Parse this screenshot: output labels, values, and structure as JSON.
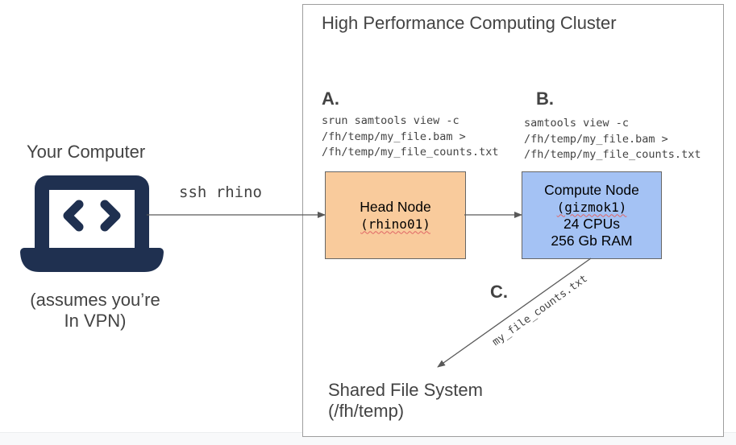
{
  "computer": {
    "title": "Your Computer",
    "note_line1": "(assumes you’re",
    "note_line2": "In VPN)",
    "icon": "laptop-code-icon",
    "icon_color": "#1f3050"
  },
  "connection": {
    "command": "ssh rhino"
  },
  "cluster": {
    "title": "High Performance Computing Cluster"
  },
  "step_a": {
    "label": "A.",
    "command": "srun samtools view -c\n/fh/temp/my_file.bam >\n/fh/temp/my_file_counts.txt"
  },
  "step_b": {
    "label": "B.",
    "command": "samtools view -c\n/fh/temp/my_file.bam >\n/fh/temp/my_file_counts.txt"
  },
  "step_c": {
    "label": "C.",
    "file": "my_file_counts.txt"
  },
  "head_node": {
    "name": "Head Node",
    "host": "(rhino01)",
    "color": "#f9cb9c"
  },
  "compute_node": {
    "name": "Compute Node",
    "host": "(gizmok1)",
    "cpus": "24 CPUs",
    "ram": "256 Gb RAM",
    "color": "#a4c2f4"
  },
  "storage": {
    "name": "Shared File System",
    "path": "(/fh/temp)"
  }
}
